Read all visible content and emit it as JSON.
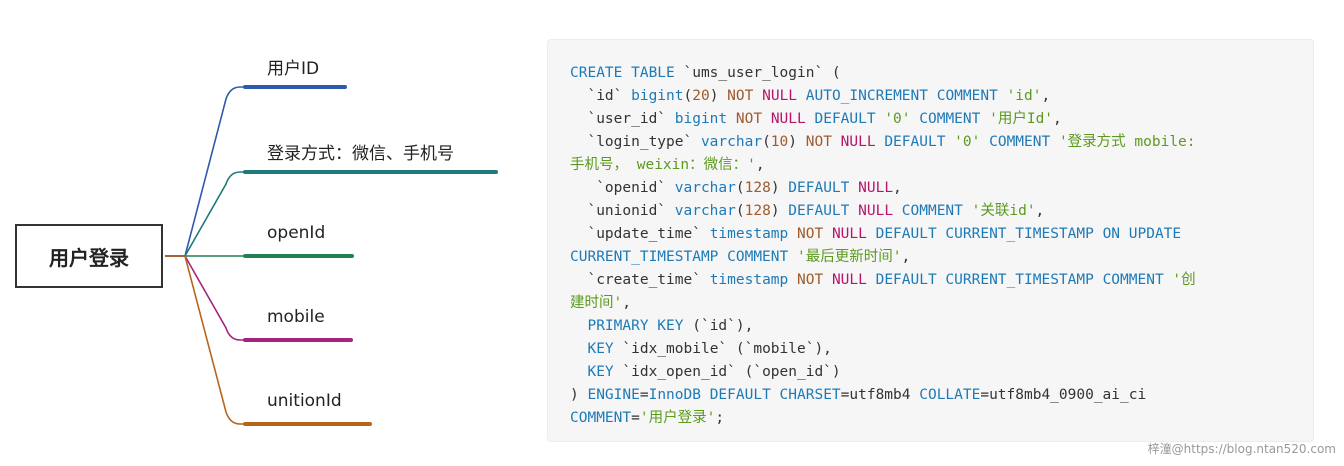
{
  "mindmap": {
    "root_label": "用户登录",
    "branches": [
      {
        "label": "用户ID",
        "color": "#2e5aac"
      },
      {
        "label": "登录方式：微信、手机号",
        "color": "#1f7a7a"
      },
      {
        "label": "openId",
        "color": "#238055"
      },
      {
        "label": "mobile",
        "color": "#a6237f"
      },
      {
        "label": "unitionId",
        "color": "#b8651c"
      }
    ]
  },
  "code": {
    "language": "sql",
    "colors": {
      "keyword": "#1e7ab7",
      "string": "#5c9a1e",
      "number": "#a05a2c",
      "null_keyword": "#b5166b",
      "text": "#333333"
    },
    "lines": [
      [
        [
          "k",
          "CREATE TABLE"
        ],
        [
          "t",
          " `ums_user_login` ("
        ]
      ],
      [
        [
          "t",
          "  `id` "
        ],
        [
          "k",
          "bigint"
        ],
        [
          "t",
          "("
        ],
        [
          "n",
          "20"
        ],
        [
          "t",
          ") "
        ],
        [
          "n",
          "NOT"
        ],
        [
          "t",
          " "
        ],
        [
          "m",
          "NULL"
        ],
        [
          "t",
          " "
        ],
        [
          "k",
          "AUTO_INCREMENT COMMENT"
        ],
        [
          "t",
          " "
        ],
        [
          "s",
          "'id'"
        ],
        [
          "t",
          ","
        ]
      ],
      [
        [
          "t",
          "  `user_id` "
        ],
        [
          "k",
          "bigint"
        ],
        [
          "t",
          " "
        ],
        [
          "n",
          "NOT"
        ],
        [
          "t",
          " "
        ],
        [
          "m",
          "NULL"
        ],
        [
          "t",
          " "
        ],
        [
          "k",
          "DEFAULT"
        ],
        [
          "t",
          " "
        ],
        [
          "s",
          "'0'"
        ],
        [
          "t",
          " "
        ],
        [
          "k",
          "COMMENT"
        ],
        [
          "t",
          " "
        ],
        [
          "s",
          "'用户Id'"
        ],
        [
          "t",
          ","
        ]
      ],
      [
        [
          "t",
          "  `login_type` "
        ],
        [
          "k",
          "varchar"
        ],
        [
          "t",
          "("
        ],
        [
          "n",
          "10"
        ],
        [
          "t",
          ") "
        ],
        [
          "n",
          "NOT"
        ],
        [
          "t",
          " "
        ],
        [
          "m",
          "NULL"
        ],
        [
          "t",
          " "
        ],
        [
          "k",
          "DEFAULT"
        ],
        [
          "t",
          " "
        ],
        [
          "s",
          "'0'"
        ],
        [
          "t",
          " "
        ],
        [
          "k",
          "COMMENT"
        ],
        [
          "t",
          " "
        ],
        [
          "s",
          "'登录方式 mobile:"
        ]
      ],
      [
        [
          "s",
          "手机号， weixin：微信：'"
        ],
        [
          "t",
          ","
        ]
      ],
      [
        [
          "t",
          "   `openid` "
        ],
        [
          "k",
          "varchar"
        ],
        [
          "t",
          "("
        ],
        [
          "n",
          "128"
        ],
        [
          "t",
          ") "
        ],
        [
          "k",
          "DEFAULT"
        ],
        [
          "t",
          " "
        ],
        [
          "m",
          "NULL"
        ],
        [
          "t",
          ","
        ]
      ],
      [
        [
          "t",
          "  `unionid` "
        ],
        [
          "k",
          "varchar"
        ],
        [
          "t",
          "("
        ],
        [
          "n",
          "128"
        ],
        [
          "t",
          ") "
        ],
        [
          "k",
          "DEFAULT"
        ],
        [
          "t",
          " "
        ],
        [
          "m",
          "NULL"
        ],
        [
          "t",
          " "
        ],
        [
          "k",
          "COMMENT"
        ],
        [
          "t",
          " "
        ],
        [
          "s",
          "'关联id'"
        ],
        [
          "t",
          ","
        ]
      ],
      [
        [
          "t",
          "  `update_time` "
        ],
        [
          "k",
          "timestamp"
        ],
        [
          "t",
          " "
        ],
        [
          "n",
          "NOT"
        ],
        [
          "t",
          " "
        ],
        [
          "m",
          "NULL"
        ],
        [
          "t",
          " "
        ],
        [
          "k",
          "DEFAULT CURRENT_TIMESTAMP ON UPDATE"
        ]
      ],
      [
        [
          "k",
          "CURRENT_TIMESTAMP COMMENT"
        ],
        [
          "t",
          " "
        ],
        [
          "s",
          "'最后更新时间'"
        ],
        [
          "t",
          ","
        ]
      ],
      [
        [
          "t",
          "  `create_time` "
        ],
        [
          "k",
          "timestamp"
        ],
        [
          "t",
          " "
        ],
        [
          "n",
          "NOT"
        ],
        [
          "t",
          " "
        ],
        [
          "m",
          "NULL"
        ],
        [
          "t",
          " "
        ],
        [
          "k",
          "DEFAULT CURRENT_TIMESTAMP COMMENT"
        ],
        [
          "t",
          " "
        ],
        [
          "s",
          "'创"
        ]
      ],
      [
        [
          "s",
          "建时间'"
        ],
        [
          "t",
          ","
        ]
      ],
      [
        [
          "t",
          "  "
        ],
        [
          "k",
          "PRIMARY KEY"
        ],
        [
          "t",
          " (`id`),"
        ]
      ],
      [
        [
          "t",
          "  "
        ],
        [
          "k",
          "KEY"
        ],
        [
          "t",
          " `idx_mobile` (`mobile`),"
        ]
      ],
      [
        [
          "t",
          "  "
        ],
        [
          "k",
          "KEY"
        ],
        [
          "t",
          " `idx_open_id` (`open_id`)"
        ]
      ],
      [
        [
          "t",
          ") "
        ],
        [
          "k",
          "ENGINE"
        ],
        [
          "t",
          "="
        ],
        [
          "k",
          "InnoDB DEFAULT CHARSET"
        ],
        [
          "t",
          "=utf8mb4 "
        ],
        [
          "k",
          "COLLATE"
        ],
        [
          "t",
          "=utf8mb4_0900_ai_ci"
        ]
      ],
      [
        [
          "k",
          "COMMENT"
        ],
        [
          "t",
          "="
        ],
        [
          "s",
          "'用户登录'"
        ],
        [
          "t",
          ";"
        ]
      ]
    ]
  },
  "watermark": "梓潼@https://blog.ntan520.com"
}
